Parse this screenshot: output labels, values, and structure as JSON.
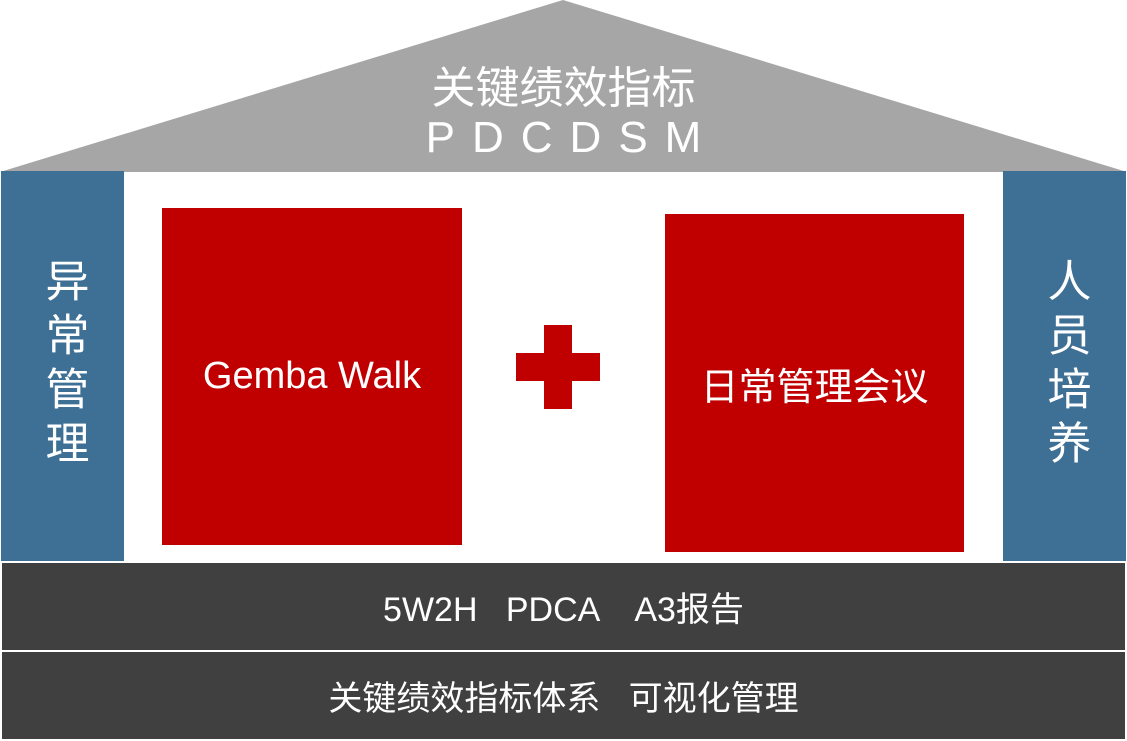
{
  "roof": {
    "title": "关键绩效指标",
    "subtitle": "PDCDSM"
  },
  "left_pillar": "异常管理",
  "right_pillar": "人员培养",
  "center": {
    "left_box": "Gemba Walk",
    "right_box": "日常管理会议",
    "operator": "plus"
  },
  "foundation": {
    "row1": "5W2H   PDCA    A3报告",
    "row2": "关键绩效指标体系   可视化管理"
  },
  "colors": {
    "roof": "#a6a6a6",
    "pillar": "#3e6f94",
    "box": "#c00000",
    "base": "#404040"
  }
}
